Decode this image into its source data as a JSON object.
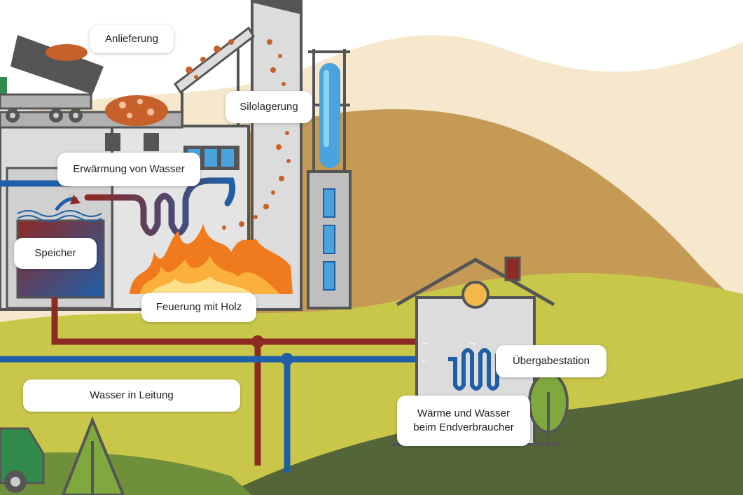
{
  "labels": {
    "delivery": "Anlieferung",
    "silo": "Silolagerung",
    "water_heating": "Erwärmung von Wasser",
    "storage": "Speicher",
    "firing": "Feuerung mit Holz",
    "pipe_water": "Wasser in Leitung",
    "transfer_station": "Übergabestation",
    "consumer_line1": "Wärme und Wasser",
    "consumer_line2": "beim Endverbraucher"
  },
  "colors": {
    "sky": "#ffffff",
    "hill_beige": "#f6e7cd",
    "hill_tan": "#c49a55",
    "meadow": "#c9c74a",
    "dark_green": "#546638",
    "building": "#dcdcdc",
    "outline": "#555555",
    "hot_pipe": "#8e2a24",
    "cold_pipe": "#1f5fa8",
    "wood": "#c8602c",
    "flame": "#f07a1e",
    "window_blue": "#4aa3dd",
    "truck_green": "#2f8a4c"
  },
  "icons": [
    "truck-icon",
    "flame-icon",
    "tree-icon",
    "house-icon",
    "silo-icon",
    "heat-exchanger-icon"
  ]
}
